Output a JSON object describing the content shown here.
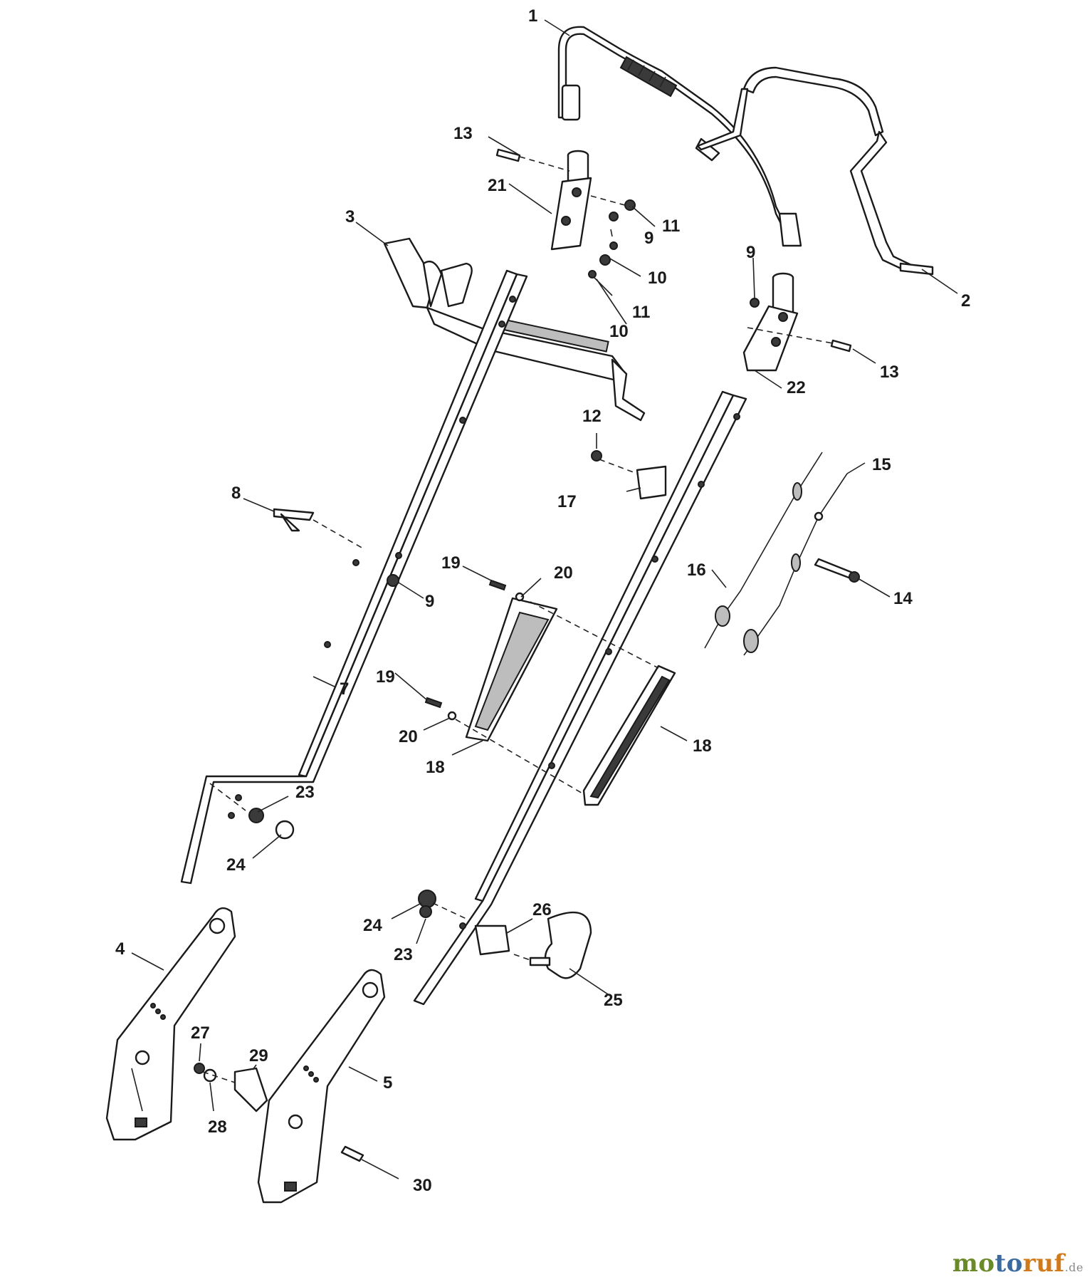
{
  "callouts": {
    "c1": "1",
    "c2": "2",
    "c3": "3",
    "c4": "4",
    "c5": "5",
    "c7": "7",
    "c8": "8",
    "c9a": "9",
    "c9b": "9",
    "c9c": "9",
    "c10a": "10",
    "c10b": "10",
    "c11a": "11",
    "c11b": "11",
    "c12": "12",
    "c13a": "13",
    "c13b": "13",
    "c14": "14",
    "c15": "15",
    "c16": "16",
    "c17": "17",
    "c18a": "18",
    "c18b": "18",
    "c19a": "19",
    "c19b": "19",
    "c20a": "20",
    "c20b": "20",
    "c21": "21",
    "c22": "22",
    "c23a": "23",
    "c23b": "23",
    "c24a": "24",
    "c24b": "24",
    "c25": "25",
    "c26": "26",
    "c27": "27",
    "c28": "28",
    "c29": "29",
    "c30": "30"
  },
  "watermark": {
    "part1": "mo",
    "part2": "to",
    "part3": "ruf",
    "part4": ".de"
  }
}
